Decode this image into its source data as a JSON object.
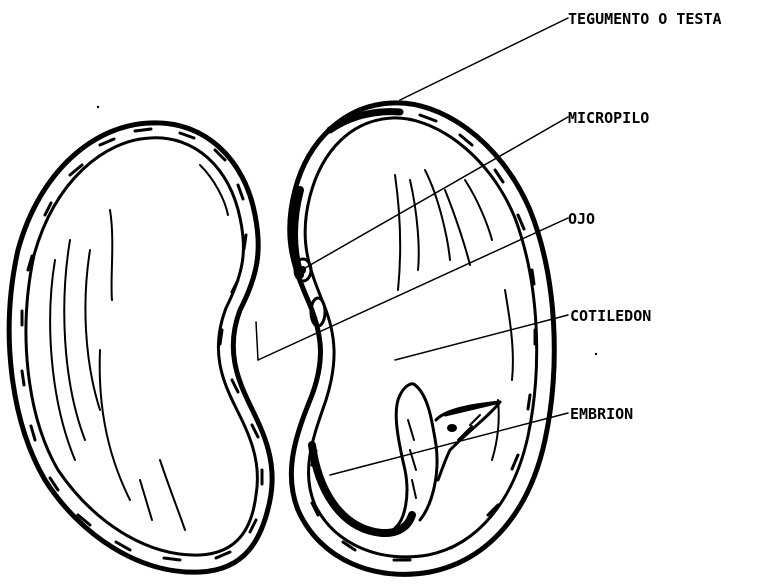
{
  "labels": {
    "tegumento": "TEGUMENTO O TESTA",
    "micropilo": "MICROPILO",
    "ojo": "OJO",
    "cotiledon": "COTILEDON",
    "embrion": "EMBRION"
  }
}
